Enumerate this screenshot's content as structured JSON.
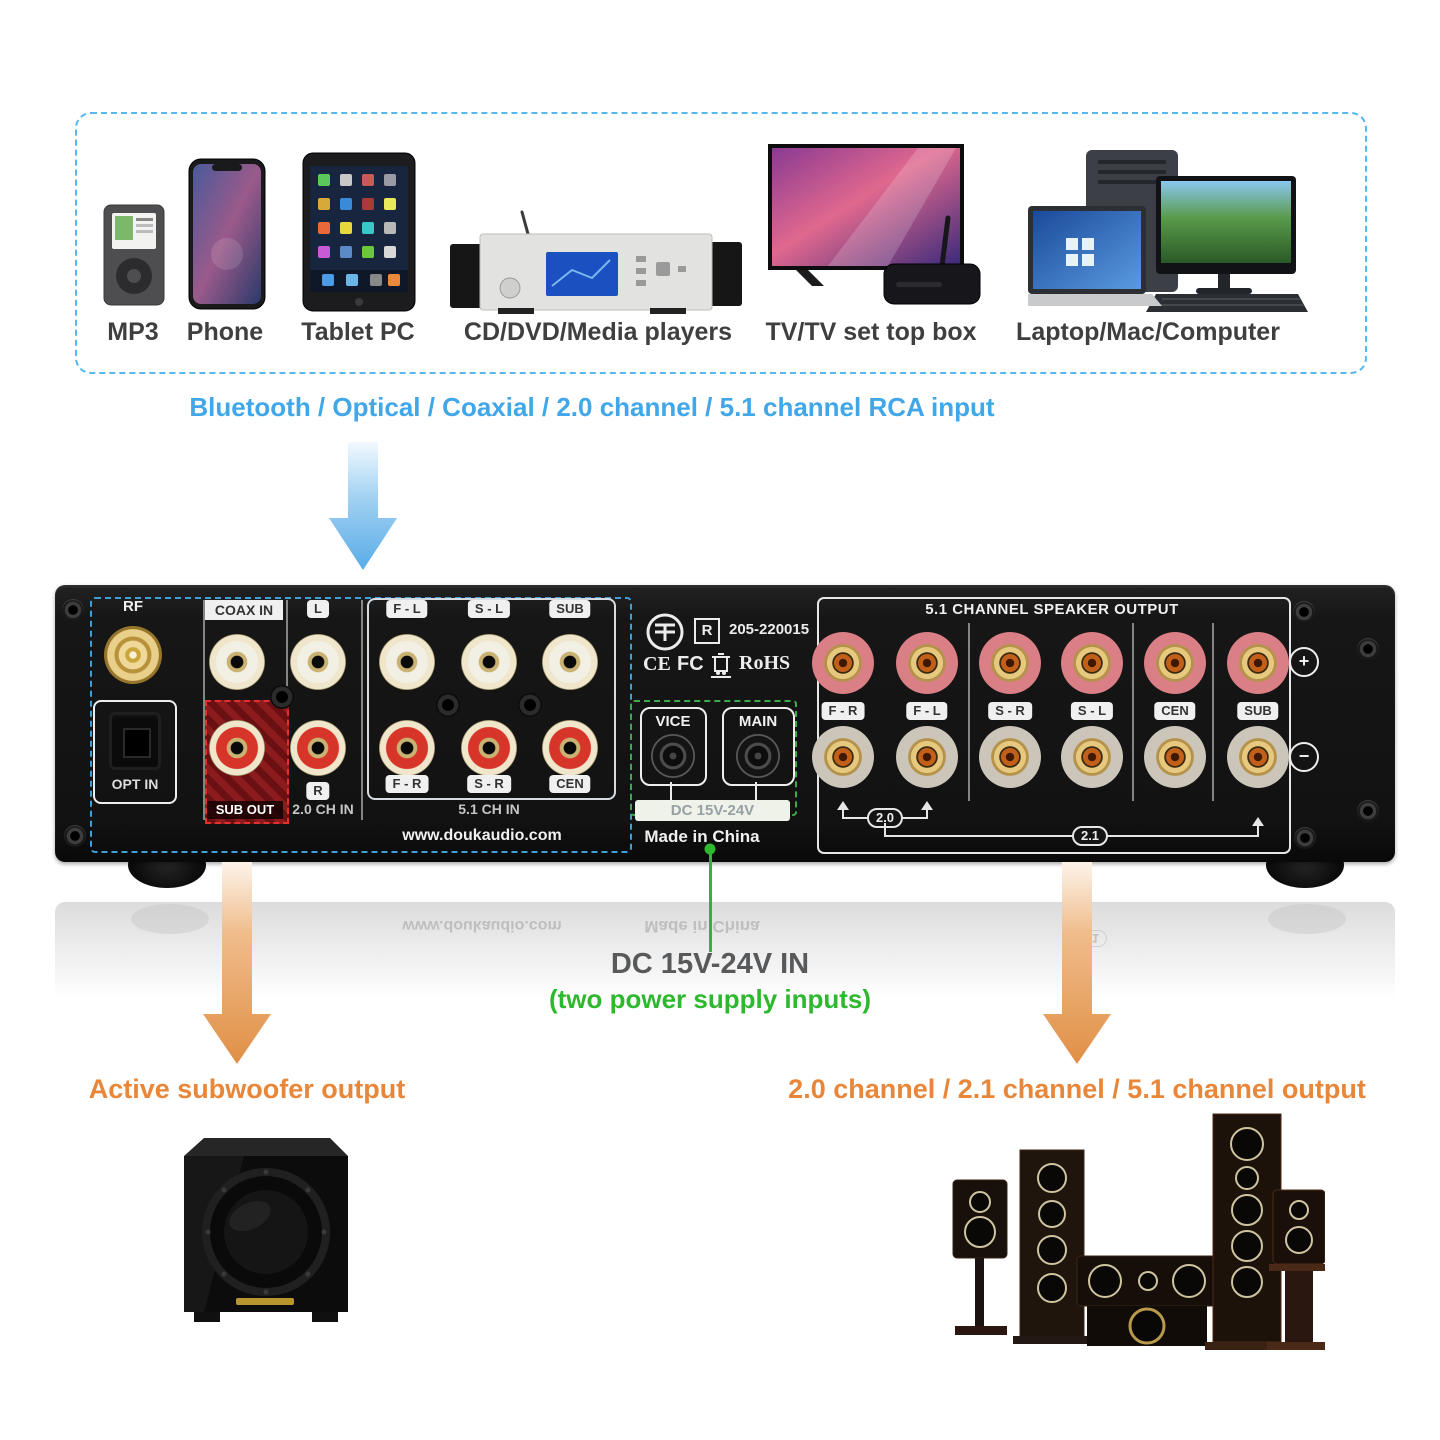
{
  "devices": {
    "items": [
      {
        "label": "MP3"
      },
      {
        "label": "Phone"
      },
      {
        "label": "Tablet PC"
      },
      {
        "label": "CD/DVD/Media players"
      },
      {
        "label": "TV/TV set top box"
      },
      {
        "label": "Laptop/Mac/Computer"
      }
    ],
    "caption": "Bluetooth / Optical / Coaxial / 2.0 channel / 5.1 channel RCA input"
  },
  "panel": {
    "rf": "RF",
    "opt": "OPT IN",
    "coax": "COAX IN",
    "sub_out": "SUB OUT",
    "in20": "2.0 CH IN",
    "l": "L",
    "r": "R",
    "in51": "5.1 CH IN",
    "in51_top": [
      "F - L",
      "S - L",
      "SUB"
    ],
    "in51_bottom": [
      "F - R",
      "S - R",
      "CEN"
    ],
    "website": "www.doukaudio.com",
    "cert": {
      "r_mark": "R",
      "number": "205-220015",
      "ce": "CE",
      "fcc": "FC",
      "rohs": "RoHS"
    },
    "power": {
      "vice": "VICE",
      "main": "MAIN",
      "dc": "DC 15V-24V",
      "made_in": "Made in China"
    },
    "output": {
      "title": "5.1 CHANNEL SPEAKER OUTPUT",
      "channels": [
        "F - R",
        "F - L",
        "S - R",
        "S - L",
        "CEN",
        "SUB"
      ],
      "g20": "2.0",
      "g21": "2.1",
      "plus": "+",
      "minus": "−"
    }
  },
  "annotations": {
    "dc_title": "DC 15V-24V IN",
    "dc_sub": "(two power supply inputs)",
    "sub_label": "Active subwoofer output",
    "out_label": "2.0 channel / 2.1 channel / 5.1 channel output"
  },
  "colors": {
    "blue": "#41a7e8",
    "orange": "#e8873a",
    "green": "#2db82d",
    "panel": "#161616",
    "red_accent": "#e23030"
  }
}
